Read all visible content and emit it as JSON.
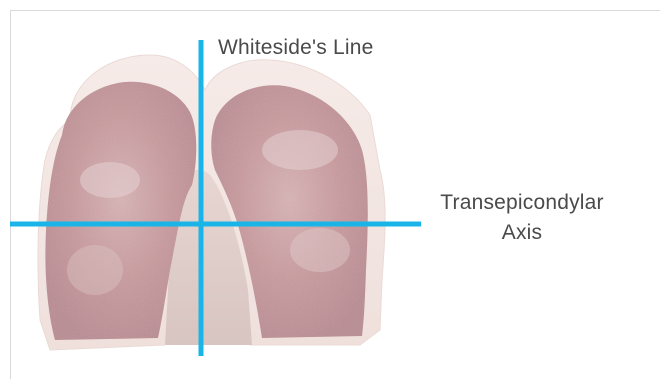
{
  "figure": {
    "subject": "distal femur cross-section",
    "accent_color": "#19b5e8",
    "bone_color": "#c79a9e",
    "cartilage_color": "#f2e3df",
    "labels": {
      "whiteside": "Whiteside's Line",
      "transepicondylar_line1": "Transepicondylar",
      "transepicondylar_line2": "Axis"
    }
  }
}
